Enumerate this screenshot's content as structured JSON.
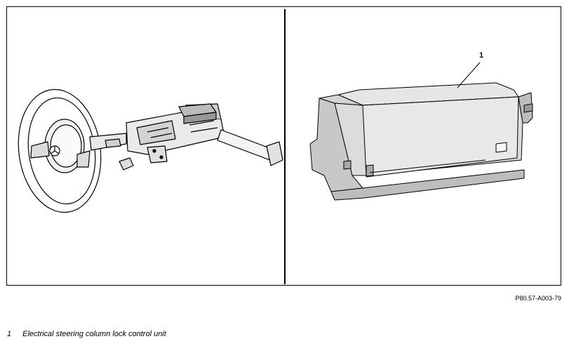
{
  "figure": {
    "callouts": [
      {
        "number": "1"
      }
    ],
    "reference_code": "P80.57-A003-79",
    "legend": [
      {
        "number": "1",
        "text": "Electrical steering column lock control unit"
      }
    ]
  }
}
